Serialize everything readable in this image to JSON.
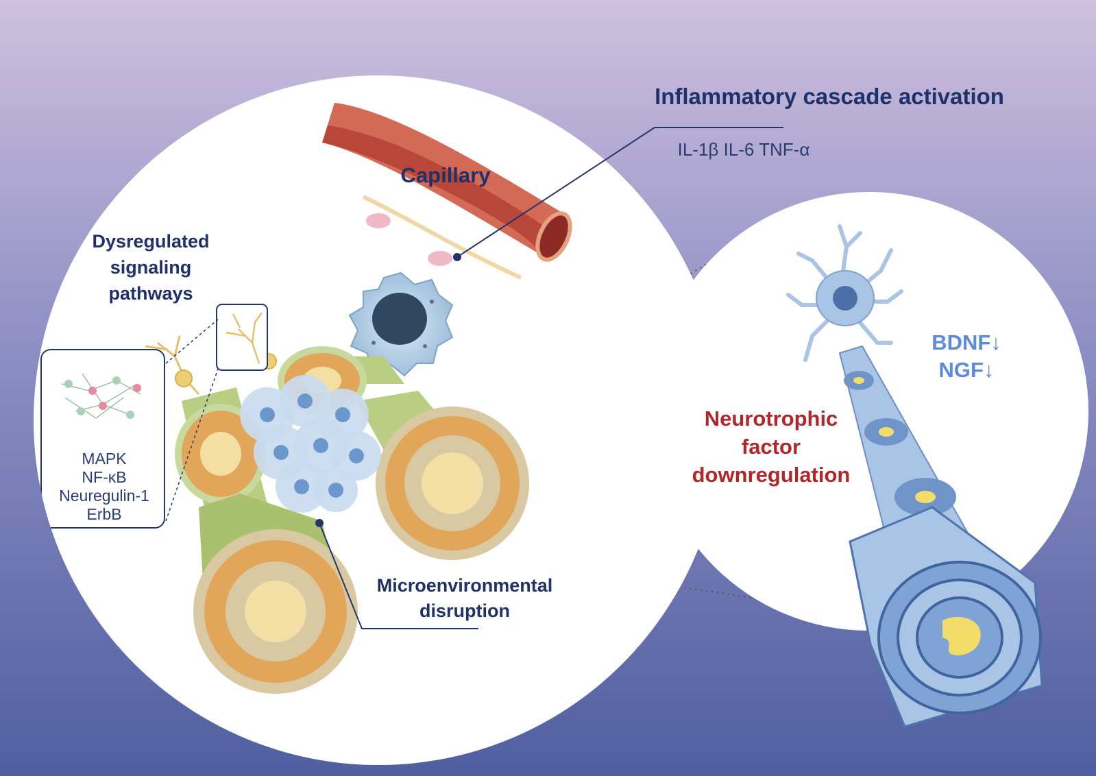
{
  "title": "Inflammatory cascade activation",
  "cytokines": "IL-1β IL-6 TNF-α",
  "capillary_label": "Capillary",
  "signaling_title": [
    "Dysregulated",
    "signaling",
    "pathways"
  ],
  "pathways": [
    "MAPK",
    "NF-κB",
    "Neuregulin-1",
    "ErbB"
  ],
  "microenvironment_label": [
    "Microenvironmental",
    "disruption"
  ],
  "neurotrophic_label": [
    "Neurotrophic",
    "factor",
    "downregulation"
  ],
  "factors": [
    "BDNF↓",
    "NGF↓"
  ],
  "colors": {
    "background_top": "#cfc0de",
    "background_bottom": "#4f5fa0",
    "label_navy": "#1f3169",
    "label_red": "#b0272a",
    "label_blue": "#5b8bd9",
    "capillary": "#d26a56",
    "macrophage": "#9fc0dc",
    "fiber_green": "#b9cd83",
    "myelin_orange": "#e2a65a",
    "axon_core": "#f3dfa4",
    "neuron_blue": "#a9c4e4"
  }
}
